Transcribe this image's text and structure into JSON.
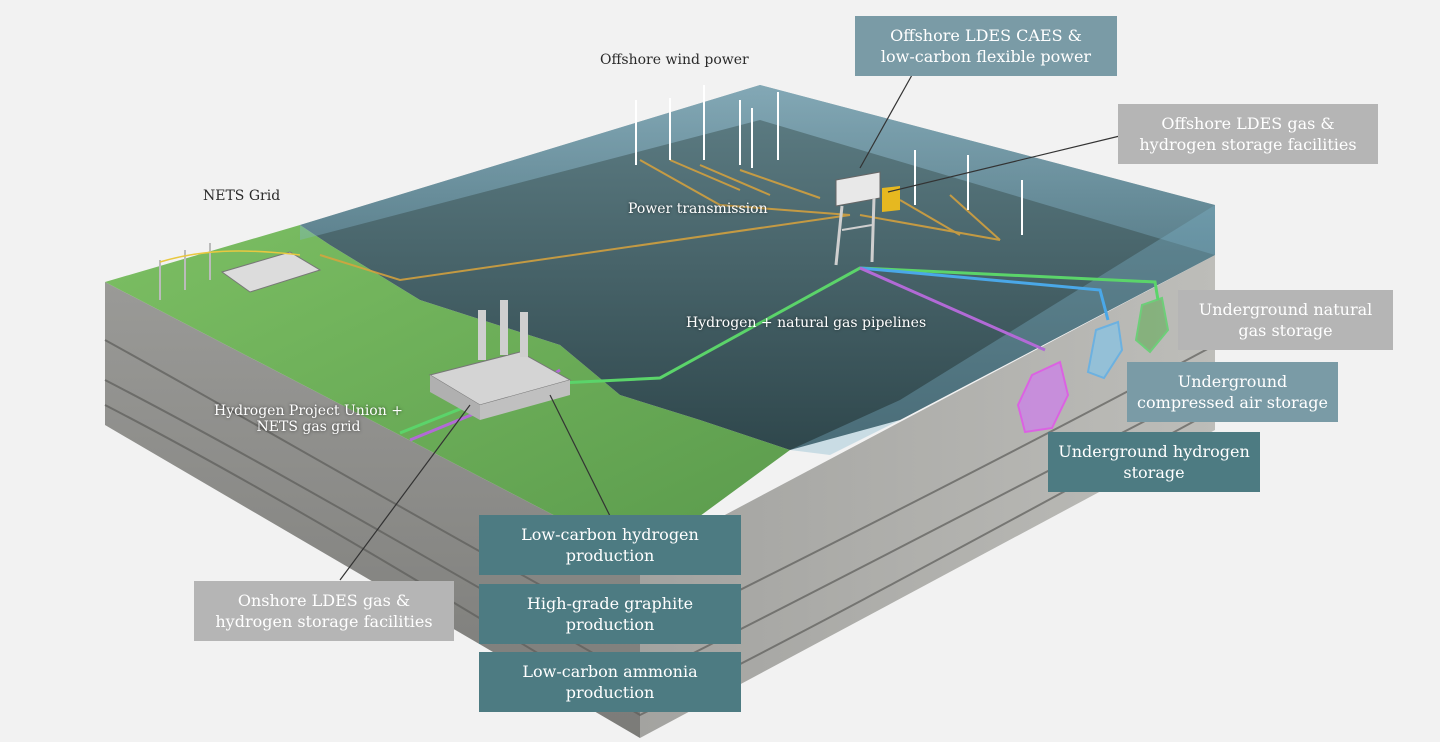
{
  "labels": {
    "offshore_wind": "Offshore wind power",
    "nets_grid": "NETS Grid",
    "power_transmission": "Power transmission",
    "pipelines": "Hydrogen + natural gas pipelines",
    "project_union_line1": "Hydrogen Project Union +",
    "project_union_line2": "NETS gas grid"
  },
  "callouts": {
    "offshore_caes": [
      "Offshore LDES CAES &",
      "low-carbon flexible power"
    ],
    "offshore_storage": [
      "Offshore LDES gas &",
      "hydrogen storage facilities"
    ],
    "ug_natural_gas": [
      "Underground natural",
      "gas storage"
    ],
    "ug_compressed_air": [
      "Underground",
      "compressed air storage"
    ],
    "ug_hydrogen": [
      "Underground hydrogen",
      "storage"
    ],
    "h2_production": [
      "Low-carbon hydrogen",
      "production"
    ],
    "graphite": [
      "High-grade graphite",
      "production"
    ],
    "ammonia": [
      "Low-carbon ammonia",
      "production"
    ],
    "onshore_storage": [
      "Onshore LDES gas &",
      "hydrogen storage facilities"
    ]
  },
  "colors": {
    "background": "#f2f2f2",
    "land": "#6fb05a",
    "sea": "#3f5a60",
    "rock": "#8f8f8c",
    "power_line": "#d9a33c",
    "hydrogen_pipe": "#b26ad6",
    "gas_pipe": "#5bd46a",
    "air_pipe": "#4aa8e8",
    "callout_grey": "#b5b5b5",
    "callout_slate": "#7a9ba6",
    "callout_teal": "#4d7b82"
  }
}
